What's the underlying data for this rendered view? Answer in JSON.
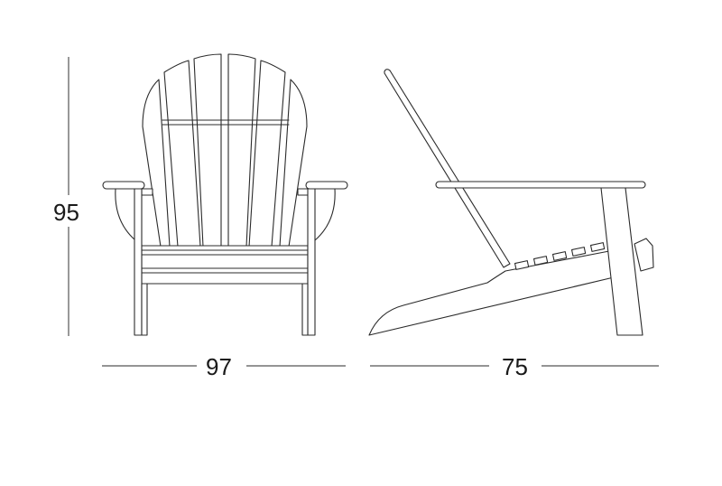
{
  "figure": {
    "type": "technical-dimension-drawing",
    "subject": "Adirondack chair",
    "units_visible": false
  },
  "views": [
    {
      "id": "front",
      "label": "front-view"
    },
    {
      "id": "side",
      "label": "side-view"
    }
  ],
  "dimensions": {
    "height": {
      "value": "95",
      "orientation": "vertical"
    },
    "width": {
      "value": "97",
      "orientation": "horizontal"
    },
    "depth": {
      "value": "75",
      "orientation": "horizontal"
    }
  },
  "colors": {
    "line": "#2b2b2b",
    "dimension_line": "#555555",
    "background": "#ffffff",
    "text": "#1a1a1a"
  }
}
